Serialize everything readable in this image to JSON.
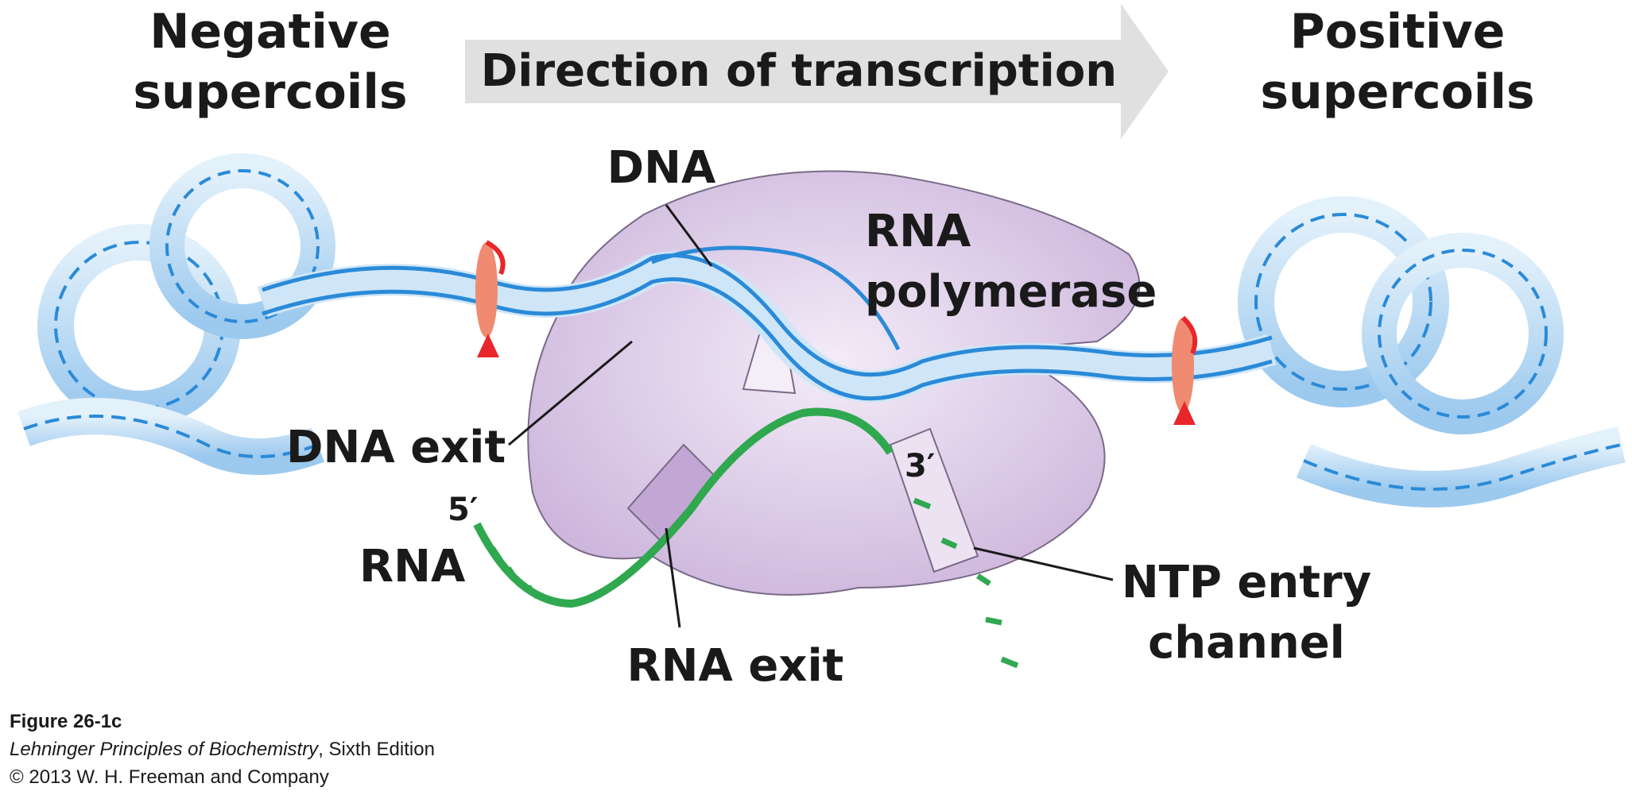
{
  "labels": {
    "negative": [
      "Negative",
      "supercoils"
    ],
    "positive": [
      "Positive",
      "supercoils"
    ],
    "direction": "Direction of transcription",
    "dna": "DNA",
    "rna_polymerase": [
      "RNA",
      "polymerase"
    ],
    "dna_exit": "DNA exit",
    "five_prime": "5′",
    "three_prime": "3′",
    "rna": "RNA",
    "rna_exit": "RNA exit",
    "ntp_entry": [
      "NTP entry",
      "channel"
    ]
  },
  "caption": {
    "figure": "Figure 26-1c",
    "book_title": "Lehninger Principles of Biochemistry",
    "book_edition": ", Sixth Edition",
    "copyright": "© 2013 W. H. Freeman and Company"
  },
  "colors": {
    "dna_blue": "#2a8ad8",
    "dna_light": "#cfe6f8",
    "rna_green": "#2fa84f",
    "polymerase_purple": "#d9c7e4",
    "rotation_red": "#e8262b",
    "arrow_gray": "#e0e0e0"
  }
}
